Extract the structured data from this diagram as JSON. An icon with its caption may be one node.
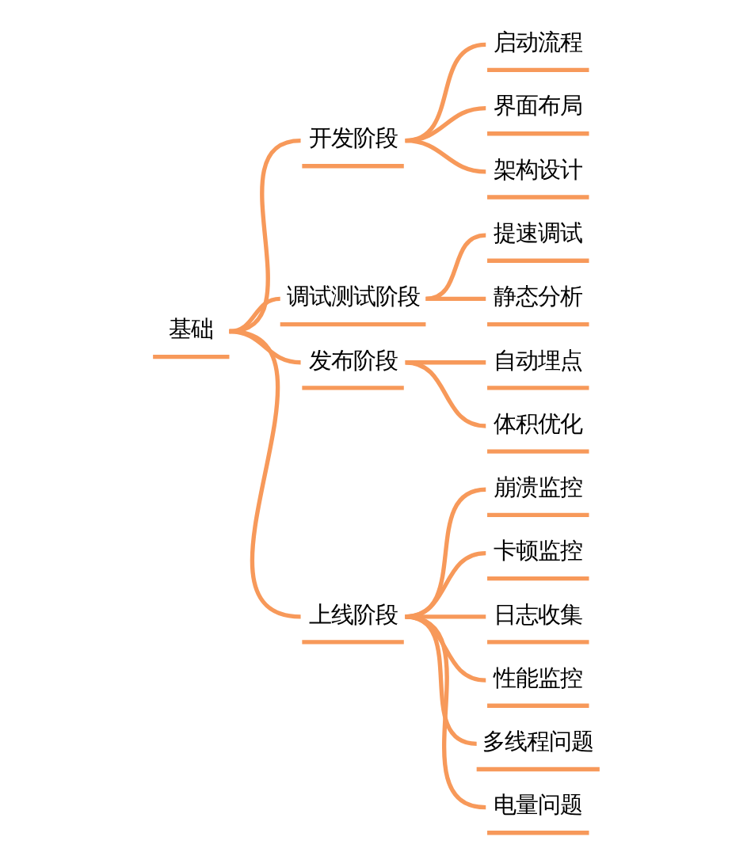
{
  "diagram": {
    "nodes": [
      {
        "text": [
          "基础"
        ]
      },
      {
        "text": [
          "开发阶段"
        ]
      },
      {
        "text": [
          "启动流程"
        ]
      },
      {
        "text": [
          "界面布局"
        ]
      },
      {
        "text": [
          "架构设计"
        ]
      },
      {
        "text": [
          "调试测试阶段"
        ]
      },
      {
        "text": [
          "提速调试"
        ]
      },
      {
        "text": [
          "静态分析"
        ]
      },
      {
        "text": [
          "发布阶段"
        ]
      },
      {
        "text": [
          "自动埋点"
        ]
      },
      {
        "text": [
          "体积优化"
        ]
      },
      {
        "text": [
          "上线阶段"
        ]
      },
      {
        "text": [
          "崩溃监控"
        ]
      },
      {
        "text": [
          "卡顿监控"
        ]
      },
      {
        "text": [
          "日志收集"
        ]
      },
      {
        "text": [
          "性能监控"
        ]
      },
      {
        "text": [
          "多线程问题"
        ]
      },
      {
        "text": [
          "电量问题"
        ]
      }
    ],
    "edges": [
      {
        "from": 0,
        "to": 1,
        "arrow": "none"
      },
      {
        "from": 1,
        "to": 2,
        "arrow": "none"
      },
      {
        "from": 1,
        "to": 3,
        "arrow": "none"
      },
      {
        "from": 1,
        "to": 4,
        "arrow": "none"
      },
      {
        "from": 0,
        "to": 5,
        "arrow": "none"
      },
      {
        "from": 5,
        "to": 6,
        "arrow": "none"
      },
      {
        "from": 5,
        "to": 7,
        "arrow": "none"
      },
      {
        "from": 0,
        "to": 8,
        "arrow": "none"
      },
      {
        "from": 8,
        "to": 9,
        "arrow": "none"
      },
      {
        "from": 8,
        "to": 10,
        "arrow": "none"
      },
      {
        "from": 0,
        "to": 11,
        "arrow": "none"
      },
      {
        "from": 11,
        "to": 12,
        "arrow": "none"
      },
      {
        "from": 11,
        "to": 13,
        "arrow": "none"
      },
      {
        "from": 11,
        "to": 14,
        "arrow": "none"
      },
      {
        "from": 11,
        "to": 15,
        "arrow": "none"
      },
      {
        "from": 11,
        "to": 16,
        "arrow": "none"
      },
      {
        "from": 11,
        "to": 17,
        "arrow": "none"
      }
    ]
  }
}
